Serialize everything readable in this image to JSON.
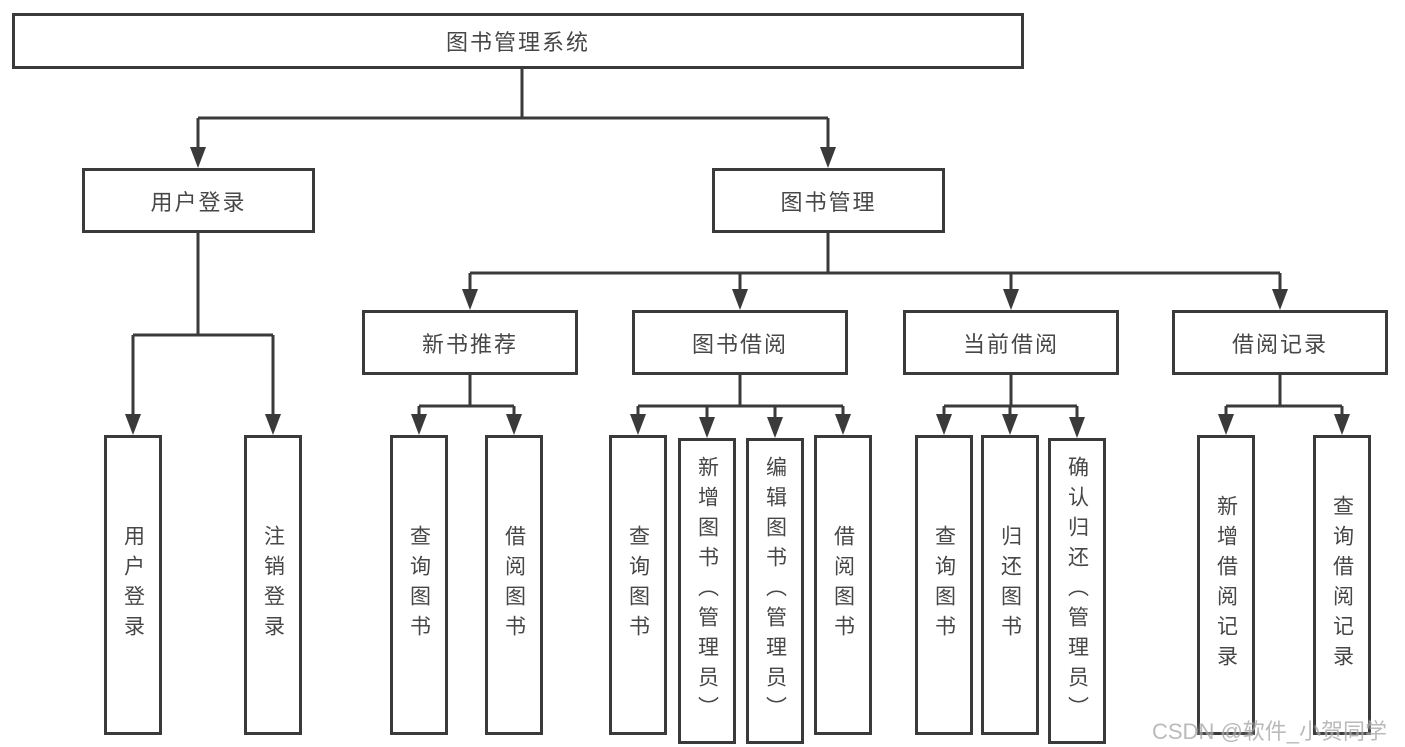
{
  "diagram": {
    "root": {
      "label": "图书管理系统"
    },
    "level2": [
      {
        "label": "用户登录"
      },
      {
        "label": "图书管理"
      }
    ],
    "level3": [
      {
        "label": "新书推荐"
      },
      {
        "label": "图书借阅"
      },
      {
        "label": "当前借阅"
      },
      {
        "label": "借阅记录"
      }
    ],
    "leaves": [
      {
        "label": "用户登录"
      },
      {
        "label": "注销登录"
      },
      {
        "label": "查询图书"
      },
      {
        "label": "借阅图书"
      },
      {
        "label": "查询图书"
      },
      {
        "label": "新增图书（管理员）"
      },
      {
        "label": "编辑图书（管理员）"
      },
      {
        "label": "借阅图书"
      },
      {
        "label": "查询图书"
      },
      {
        "label": "归还图书"
      },
      {
        "label": "确认归还（管理员）"
      },
      {
        "label": "新增借阅记录"
      },
      {
        "label": "查询借阅记录"
      }
    ]
  },
  "watermark": "CSDN @软件_小贺同学",
  "colors": {
    "line": "#3a3a3a",
    "text": "#474747",
    "background": "#ffffff",
    "watermark": "#aaaaaa"
  }
}
